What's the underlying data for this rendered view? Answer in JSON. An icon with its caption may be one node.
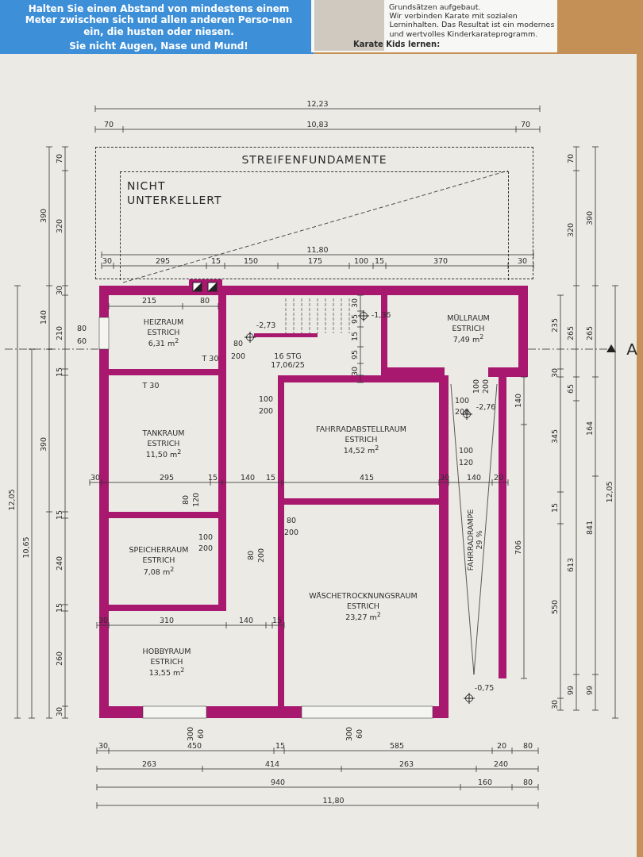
{
  "diagram": {
    "nodes": [
      {
        "text": [
          "STREIFENFUNDAMENTE"
        ]
      },
      {
        "text": [
          "NICHT UNTERKELLERT"
        ],
        "in": 0
      },
      {
        "text": [
          "HEIZRAUM",
          "ESTRICH",
          "6,31 m$^{2}$"
        ]
      },
      {
        "text": [
          "16 STG 17,06/25"
        ]
      },
      {
        "text": [
          "MÜLLRAUM",
          "ESTRICH",
          "7,49 m$^{2}$"
        ]
      },
      {
        "text": [
          "TANKRAUM",
          "ESTRICH",
          "11,50 m$^{2}$"
        ]
      },
      {
        "text": [
          "FAHRRADABSTELLRAUM",
          "ESTRICH",
          "14,52 m$^{2}$"
        ]
      },
      {
        "text": [
          "FAHRRADRAMPE 29 %"
        ]
      },
      {
        "text": [
          "SPEICHERRAUM",
          "ESTRICH",
          "7,08 m$^{2}$"
        ]
      },
      {
        "text": [
          "WÄSCHETROCKNUNGSRAUM",
          "ESTRICH",
          "23,27 m$^{2}$"
        ]
      },
      {
        "text": [
          "HOBBYRAUM",
          "ESTRICH",
          "13,55 m$^{2}$"
        ]
      }
    ],
    "labels": [
      "Halten Sie einen Abstand von mindestens einem Meter zwischen sich und allen anderen Perso-nen ein, die husten oder niesen.",
      "Sie nicht Augen, Nase und Mund!",
      "Grundsätzen aufgebaut.",
      "Wir verbinden Karate mit sozialen Lerninhalten. Das Resultat ist ein modernes und wertvolles Kinderkarateprogramm.",
      "Karate Kids lernen:",
      "12,23",
      "70",
      "10,83",
      "70",
      "11,80",
      "30",
      "295",
      "15",
      "150",
      "175",
      "100",
      "15",
      "370",
      "30",
      "70",
      "390",
      "320",
      "30",
      "140",
      "210",
      "15",
      "390",
      "12,05",
      "15",
      "10,65",
      "240",
      "15",
      "260",
      "30",
      "70",
      "390",
      "320",
      "235",
      "265",
      "265",
      "A",
      "30",
      "65",
      "140",
      "164",
      "345",
      "12,05",
      "15",
      "841",
      "706",
      "613",
      "550",
      "99",
      "99",
      "30",
      "215",
      "80",
      "30",
      "-1,36",
      "95",
      "80",
      "60",
      "-2,73",
      "15",
      "80",
      "200",
      "T 30",
      "95",
      "30",
      "T 30",
      "100",
      "200",
      "100",
      "200",
      "100",
      "200",
      "-2,76",
      "100",
      "120",
      "30",
      "295",
      "15",
      "140",
      "15",
      "415",
      "30",
      "140",
      "20",
      "80",
      "120",
      "80",
      "200",
      "100",
      "200",
      "80",
      "200",
      "30",
      "310",
      "140",
      "15",
      "-0,75",
      "300",
      "60",
      "300",
      "60",
      "30",
      "450",
      "15",
      "585",
      "20",
      "80",
      "263",
      "414",
      "263",
      "240",
      "940",
      "160",
      "80",
      "11,80"
    ]
  }
}
